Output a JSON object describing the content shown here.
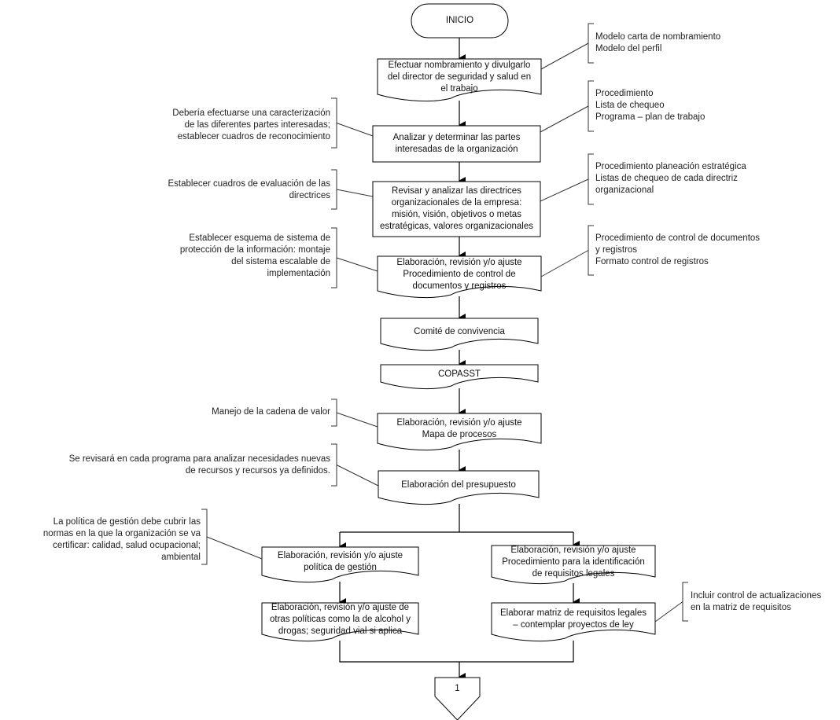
{
  "diagram": {
    "type": "flowchart",
    "start": {
      "label": "INICIO"
    },
    "steps": [
      {
        "id": "s1",
        "label": "Efectuar nombramiento y divulgarlo\ndel director de seguridad y salud en\nel trabajo",
        "shape": "document"
      },
      {
        "id": "s2",
        "label": "Analizar y determinar las partes\ninteresadas de la organización",
        "shape": "process"
      },
      {
        "id": "s3",
        "label": "Revisar y analizar las directrices\norganizacionales de la empresa:\nmisión, visión, objetivos o metas\nestratégicas, valores organizacionales",
        "shape": "process"
      },
      {
        "id": "s4",
        "label": "Elaboración, revisión y/o ajuste\nProcedimiento de control de\ndocumentos y registros",
        "shape": "document"
      },
      {
        "id": "s5",
        "label": "Comité de convivencia",
        "shape": "document"
      },
      {
        "id": "s6",
        "label": "COPASST",
        "shape": "document"
      },
      {
        "id": "s7",
        "label": "Elaboración, revisión y/o ajuste\nMapa de procesos",
        "shape": "document"
      },
      {
        "id": "s8",
        "label": "Elaboración del presupuesto",
        "shape": "document"
      },
      {
        "id": "s9",
        "label": "Elaboración, revisión y/o ajuste\npolítica de gestión",
        "shape": "document"
      },
      {
        "id": "s10",
        "label": "Elaboración, revisión y/o ajuste de\notras políticas como la de alcohol y\ndrogas; seguridad vial si aplica",
        "shape": "document"
      },
      {
        "id": "s11",
        "label": "Elaboración, revisión y/o ajuste\nProcedimiento para la identificación\nde requisitos legales",
        "shape": "document"
      },
      {
        "id": "s12",
        "label": "Elaborar matriz de requisitos legales\n– contemplar proyectos de ley",
        "shape": "document"
      }
    ],
    "connector": {
      "label": "1"
    },
    "annotations_left": [
      {
        "id": "a2",
        "target": "s2",
        "text": "Debería efectuarse una caracterización\nde las diferentes partes interesadas;\nestablecer cuadros de reconocimiento"
      },
      {
        "id": "a3",
        "target": "s3",
        "text": "Establecer cuadros de evaluación de las\ndirectrices"
      },
      {
        "id": "a4",
        "target": "s4",
        "text": "Establecer esquema de sistema de\nprotección de la información: montaje\ndel sistema escalable de\nimplementación"
      },
      {
        "id": "a7",
        "target": "s7",
        "text": "Manejo de la cadena de valor"
      },
      {
        "id": "a8",
        "target": "s8",
        "text": "Se revisará en cada programa para analizar necesidades nuevas\nde recursos y recursos ya definidos."
      },
      {
        "id": "a9",
        "target": "s9",
        "text": "La política de gestión debe cubrir las\nnormas en la que la organización se va\ncertificar: calidad, salud ocupacional;\nambiental"
      }
    ],
    "annotations_right": [
      {
        "id": "r1",
        "target": "s1",
        "text": "Modelo carta de nombramiento\nModelo del perfil"
      },
      {
        "id": "r2",
        "target": "s2",
        "text": "Procedimiento\nLista de chequeo\nPrograma – plan de trabajo"
      },
      {
        "id": "r3",
        "target": "s3",
        "text": "Procedimiento planeación estratégica\nListas de chequeo de cada directriz\norganizacional"
      },
      {
        "id": "r4",
        "target": "s4",
        "text": "Procedimiento de control de documentos\ny registros\nFormato control de registros"
      },
      {
        "id": "r12",
        "target": "s12",
        "text": "Incluir control de actualizaciones\nen la matriz de requisitos"
      }
    ],
    "colors": {
      "stroke": "#000000",
      "fill": "#ffffff",
      "annotation_stroke": "#333333"
    }
  }
}
